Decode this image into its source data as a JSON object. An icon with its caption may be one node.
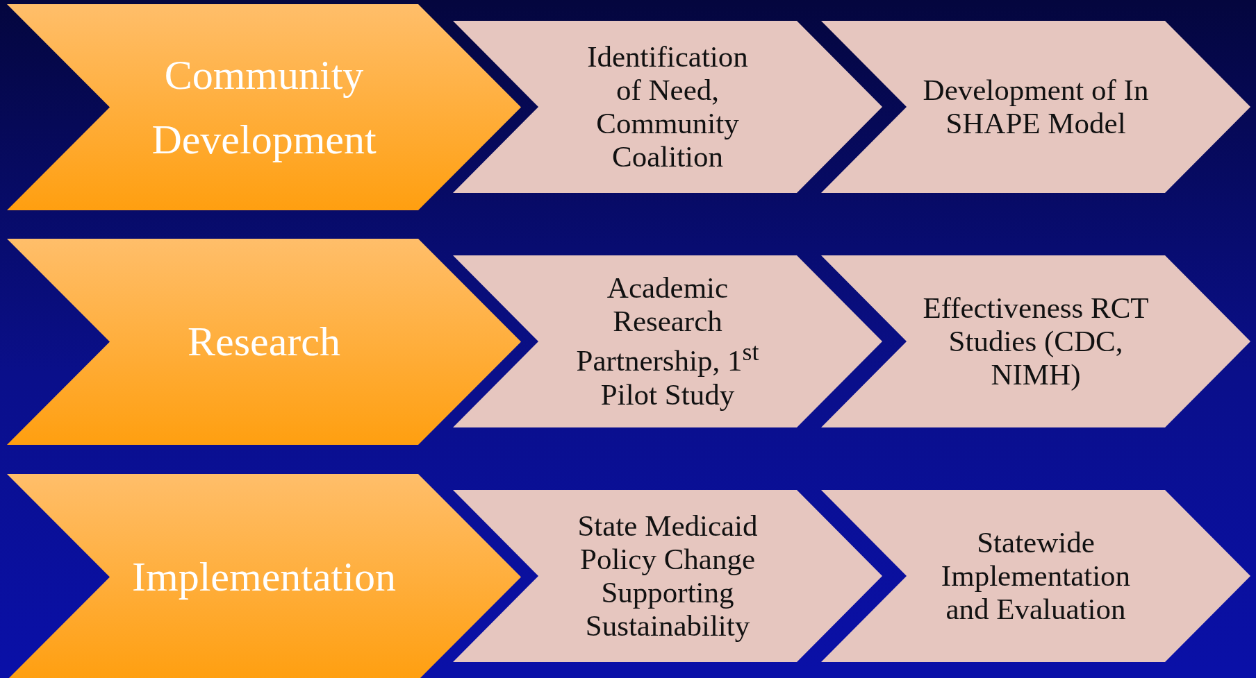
{
  "diagram": {
    "nodes": [
      {
        "text": [
          "Community Development"
        ]
      },
      {
        "text": [
          "Identification of Need, Community Coalition"
        ]
      },
      {
        "text": [
          "Development of In SHAPE Model"
        ]
      },
      {
        "text": [
          "Research"
        ]
      },
      {
        "text": [
          "Academic Research Partnership, 1$^{st}$ Pilot Study"
        ]
      },
      {
        "text": [
          "Effectiveness RCT Studies (CDC, NIMH)"
        ]
      },
      {
        "text": [
          "Implementation"
        ]
      },
      {
        "text": [
          "State Medicaid Policy Change Supporting Sustainability"
        ]
      },
      {
        "text": [
          "Statewide Implementation and Evaluation"
        ]
      }
    ]
  }
}
